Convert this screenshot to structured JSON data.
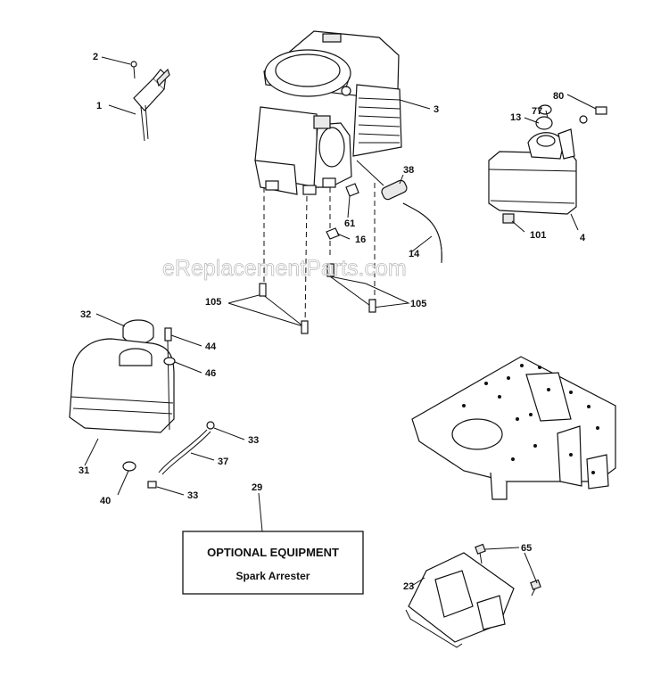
{
  "watermark": "eReplacementParts.com",
  "optional_box": {
    "title": "OPTIONAL EQUIPMENT",
    "subtitle": "Spark Arrester"
  },
  "labels": {
    "p1": "1",
    "p2": "2",
    "p3": "3",
    "p4": "4",
    "p13": "13",
    "p14": "14",
    "p16": "16",
    "p23": "23",
    "p29": "29",
    "p31": "31",
    "p32": "32",
    "p33a": "33",
    "p33b": "33",
    "p37": "37",
    "p38": "38",
    "p40": "40",
    "p44": "44",
    "p46": "46",
    "p61": "61",
    "p65": "65",
    "p77": "77",
    "p80": "80",
    "p101": "101",
    "p105a": "105",
    "p105b": "105"
  }
}
